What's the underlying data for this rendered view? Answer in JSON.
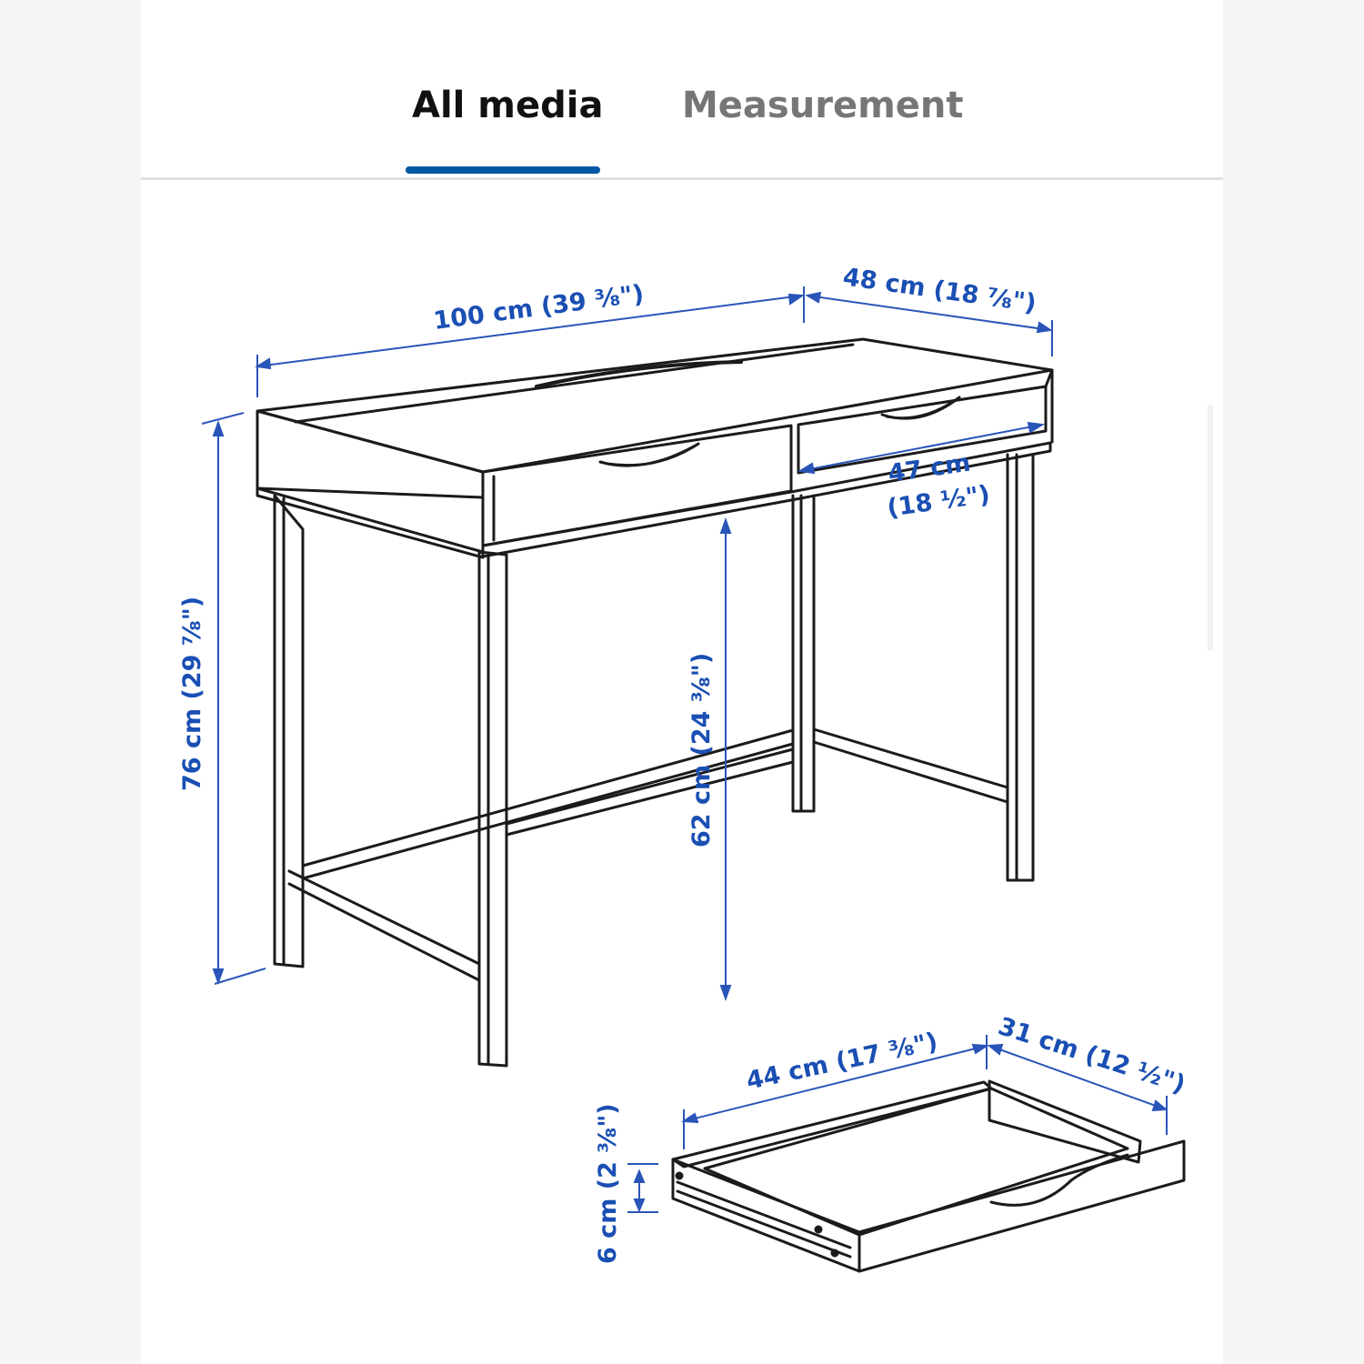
{
  "tabs": [
    {
      "label": "All media",
      "active": true
    },
    {
      "label": "Measurement",
      "active": false
    }
  ],
  "colors": {
    "accent": "#0058a3",
    "dimension": "#1a4fb3",
    "line_art": "#1b1b1b"
  },
  "desk_dimensions": {
    "width": "100 cm (39 ⅜\")",
    "depth": "48 cm (18 ⅞\")",
    "drawer_width_cm": "47 cm",
    "drawer_width_in": "(18 ½\")",
    "height": "76 cm (29 ⅞\")",
    "clearance": "62 cm (24 ⅜\")"
  },
  "drawer_dimensions": {
    "width": "44 cm (17 ⅜\")",
    "depth": "31 cm (12 ½\")",
    "height": "6 cm (2 ⅜\")"
  }
}
